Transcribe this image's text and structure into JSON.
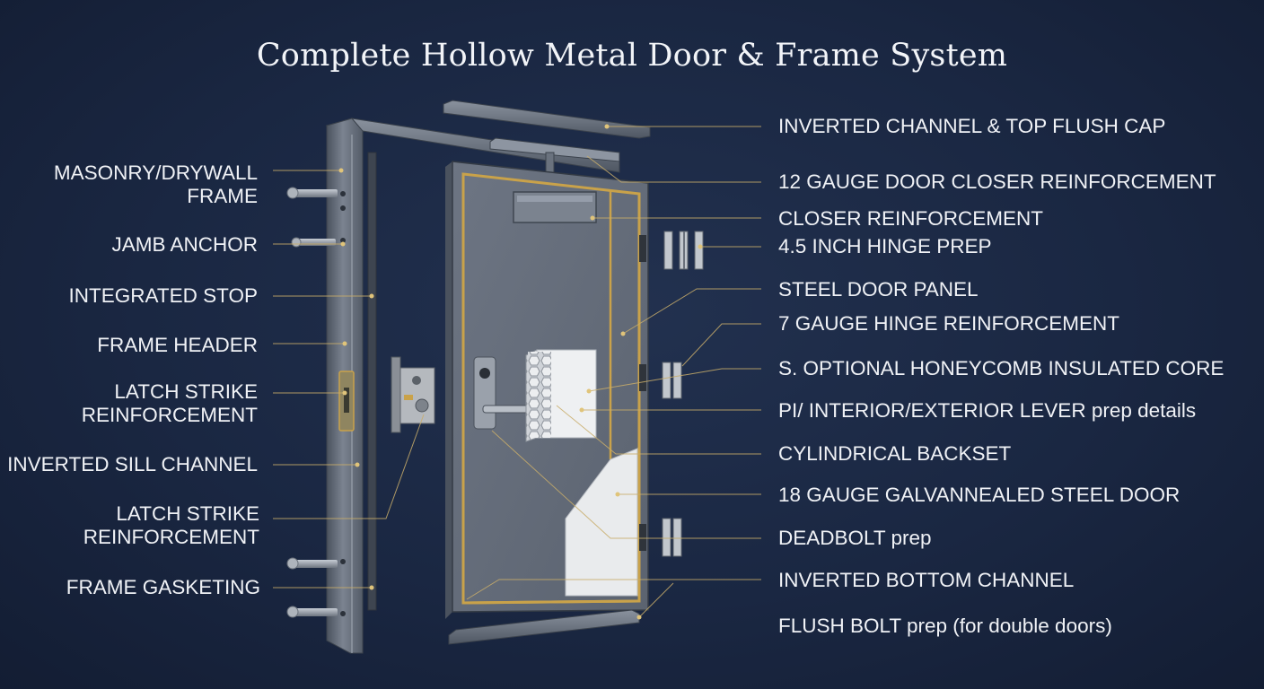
{
  "title": "Complete Hollow Metal Door & Frame System",
  "left_labels": [
    {
      "id": "masonry-drywall-frame",
      "lines": [
        "MASONRY/DRYWALL",
        "FRAME"
      ]
    },
    {
      "id": "jamb-anchor",
      "lines": [
        "JAMB ANCHOR"
      ]
    },
    {
      "id": "integrated-stop",
      "lines": [
        "INTEGRATED STOP"
      ]
    },
    {
      "id": "frame-header",
      "lines": [
        "FRAME HEADER"
      ]
    },
    {
      "id": "latch-strike-reinforcement-upper",
      "lines": [
        "LATCH STRIKE",
        "REINFORCEMENT"
      ]
    },
    {
      "id": "inverted-sill-channel",
      "lines": [
        "INVERTED SILL CHANNEL"
      ]
    },
    {
      "id": "latch-strike-reinforcement-lower",
      "lines": [
        "LATCH STRIKE",
        "REINFORCEMENT"
      ]
    },
    {
      "id": "frame-gasketing",
      "lines": [
        "FRAME GASKETING"
      ]
    }
  ],
  "right_labels": [
    {
      "id": "inverted-channel-top-flush-cap",
      "lines": [
        "INVERTED CHANNEL & TOP FLUSH CAP"
      ]
    },
    {
      "id": "door-closer-reinforcement-12ga",
      "lines": [
        "12 GAUGE DOOR CLOSER REINFORCEMENT"
      ]
    },
    {
      "id": "closer-reinforcement",
      "lines": [
        "CLOSER REINFORCEMENT"
      ]
    },
    {
      "id": "hinge-prep",
      "lines": [
        "4.5 INCH HINGE PREP"
      ]
    },
    {
      "id": "steel-door-panel",
      "lines": [
        "STEEL DOOR PANEL"
      ]
    },
    {
      "id": "hinge-reinforcement",
      "lines": [
        "7 GAUGE HINGE REINFORCEMENT"
      ]
    },
    {
      "id": "honeycomb-core",
      "lines": [
        "S. OPTIONAL HONEYCOMB INSULATED CORE"
      ]
    },
    {
      "id": "lever-prep",
      "lines": [
        "PI/ INTERIOR/EXTERIOR LEVER prep details"
      ]
    },
    {
      "id": "cylindrical-backset",
      "lines": [
        "CYLINDRICAL BACKSET"
      ]
    },
    {
      "id": "galvannealed-door",
      "lines": [
        "18 GAUGE GALVANNEALED STEEL DOOR"
      ]
    },
    {
      "id": "deadbolt-prep",
      "lines": [
        "DEADBOLT prep"
      ]
    },
    {
      "id": "inverted-bottom-channel",
      "lines": [
        "INVERTED BOTTOM CHANNEL"
      ]
    },
    {
      "id": "flush-bolt-prep",
      "lines": [
        "FLUSH BOLT prep (for double doors)"
      ]
    }
  ],
  "colors": {
    "background": "#1a2742",
    "steel": "#6f7784",
    "gold": "#c9a24a",
    "leader": "#c9ad6a",
    "text": "#f0f2f6"
  }
}
